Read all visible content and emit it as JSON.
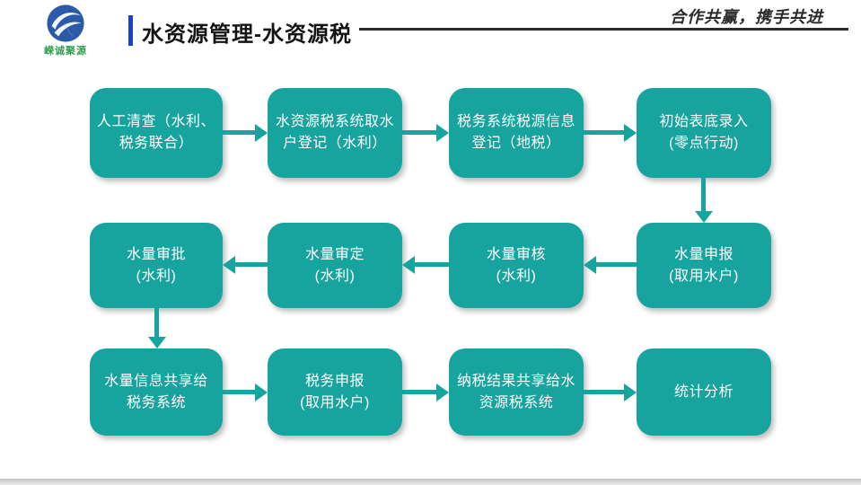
{
  "header": {
    "logo_text": "嵘诚聚源",
    "title": "水资源管理-水资源税",
    "slogan": "合作共赢，携手共进"
  },
  "colors": {
    "box_fill": "#17a39e",
    "arrow": "#17a39e",
    "accent_bar": "#1843cc",
    "header_line": "#2b2b2b",
    "logo_text_green": "#2f9e4f",
    "logo_circle_blue": "#2b5aa8",
    "box_text": "#ffffff"
  },
  "flowchart": {
    "rows": [
      {
        "direction": "right",
        "boxes": [
          {
            "lines": [
              "人工清查（水利、",
              "税务联合）"
            ]
          },
          {
            "lines": [
              "水资源税系统取水",
              "户登记（水利）"
            ]
          },
          {
            "lines": [
              "税务系统税源信息",
              "登记（地税）"
            ]
          },
          {
            "lines": [
              "初始表底录入",
              "(零点行动)"
            ]
          }
        ]
      },
      {
        "direction": "left",
        "boxes": [
          {
            "lines": [
              "水量审批",
              "(水利)"
            ]
          },
          {
            "lines": [
              "水量审定",
              "(水利)"
            ]
          },
          {
            "lines": [
              "水量审核",
              "(水利)"
            ]
          },
          {
            "lines": [
              "水量申报",
              "(取用水户)"
            ]
          }
        ]
      },
      {
        "direction": "right",
        "boxes": [
          {
            "lines": [
              "水量信息共享给",
              "税务系统"
            ]
          },
          {
            "lines": [
              "税务申报",
              "(取用水户)"
            ]
          },
          {
            "lines": [
              "纳税结果共享给水",
              "资源税系统"
            ]
          },
          {
            "lines": [
              "统计分析"
            ]
          }
        ]
      }
    ]
  }
}
